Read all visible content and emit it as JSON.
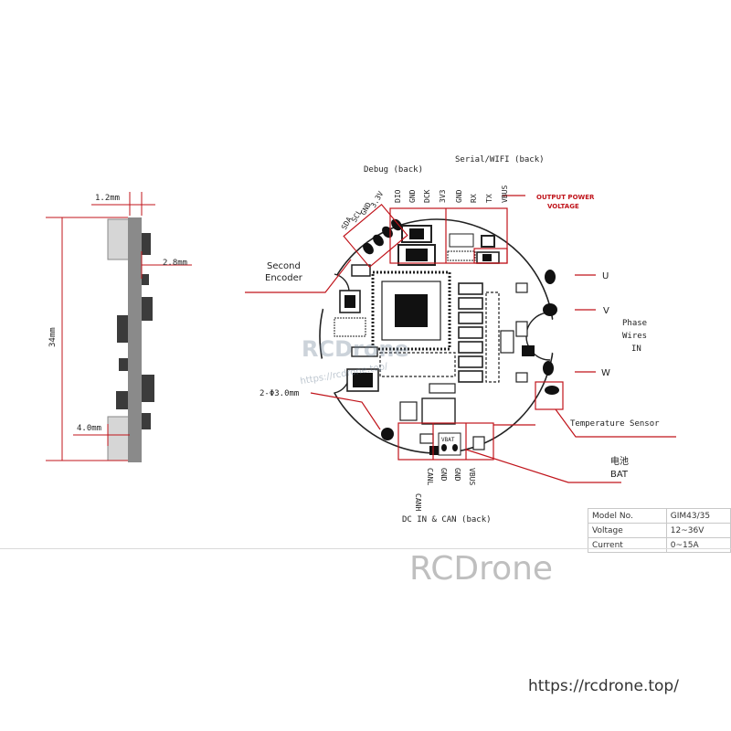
{
  "side_view": {
    "dim_top": "1.2mm",
    "dim_right": "2.8mm",
    "dim_height": "34mm",
    "dim_bottom": "4.0mm"
  },
  "board": {
    "debug_header": {
      "title": "Debug (back)",
      "pins": [
        "DIO",
        "GND",
        "DCK",
        "3V3"
      ]
    },
    "serial_header": {
      "title": "Serial/WIFI (back)",
      "pins": [
        "GND",
        "RX",
        "TX",
        "VBUS"
      ]
    },
    "output_power": [
      "OUTPUT POWER",
      "VOLTAGE"
    ],
    "encoder_pins": [
      "3.3V",
      "GND",
      "SCL",
      "SDA"
    ],
    "second_encoder": [
      "Second",
      "Encoder"
    ],
    "mounting_hole": "2-Φ3.0mm",
    "phases": [
      "U",
      "V",
      "W"
    ],
    "phase_wires": [
      "Phase",
      "Wires",
      "IN"
    ],
    "temperature_sensor": "Temperature Sensor",
    "battery": [
      "电池",
      "BAT"
    ],
    "vbat_silk": "VBAT",
    "can_pins": [
      "CANH",
      "CANL",
      "GND",
      "GND",
      "VBUS"
    ],
    "dc_in_title": "DC IN & CAN (back)"
  },
  "specs": {
    "rows": [
      {
        "key": "Model No.",
        "value": "GIM43/35"
      },
      {
        "key": "Voltage",
        "value": "12~36V"
      },
      {
        "key": "Current",
        "value": "0~15A"
      }
    ]
  },
  "watermark": {
    "main": "RCDrone",
    "sub": "https://rcdrone.top/"
  },
  "brand": "RCDrone",
  "url": "https://rcdrone.top/",
  "colors": {
    "callout": "#c0141b",
    "board_outline": "#222222",
    "brand_gray": "#bfbfbf"
  }
}
